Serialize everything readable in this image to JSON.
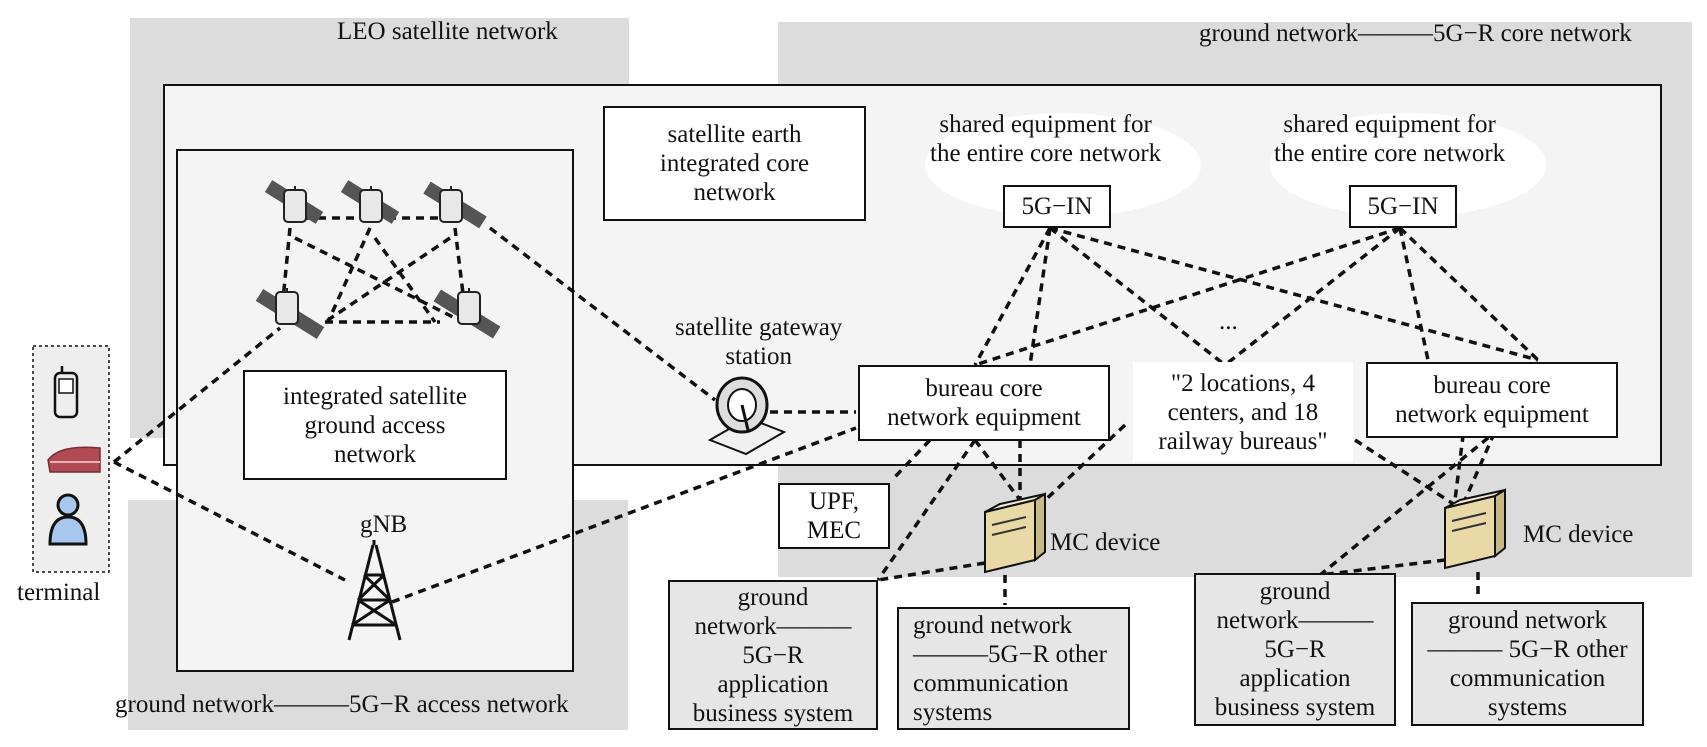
{
  "labels": {
    "leo_satellite_network": "LEO satellite network",
    "core_network": "ground network———5G−R core network",
    "access_network": "ground network———5G−R access network",
    "terminal": "terminal",
    "gnb": "gNB",
    "gateway_station": "satellite gateway\nstation",
    "shared_equipment_1": "shared equipment for\nthe entire core network",
    "shared_equipment_2": "shared equipment for\nthe entire core network",
    "ellipsis": "...",
    "mc_device_1": "MC device",
    "mc_device_2": "MC device"
  },
  "boxes": {
    "satellite_earth_core": "satellite earth\nintegrated core\nnetwork",
    "integrated_access": "integrated satellite\nground access\nnetwork",
    "five_g_in_1": "5G−IN",
    "five_g_in_2": "5G−IN",
    "bureau_core_1": "bureau core\nnetwork equipment",
    "bureau_core_2": "bureau core\nnetwork equipment",
    "locations": "\"2 locations, 4\ncenters, and 18\nrailway bureaus\"",
    "upf_mec": "UPF,\nMEC",
    "app_business_1": "ground\nnetwork———\n5G−R\napplication\nbusiness system",
    "other_comm_1": "ground network\n———5G−R other\ncommunication\nsystems",
    "app_business_2": "ground\nnetwork———\n5G−R\napplication\nbusiness system",
    "other_comm_2": "ground network\n——— 5G−R other\ncommunication\nsystems"
  },
  "colors": {
    "region_shade": "#dcdcdc",
    "container_fill": "#f4f4f4",
    "system_box_fill": "#e6e6e6",
    "line": "#111111"
  },
  "icons": [
    "satellite-icon",
    "satellite-dish-icon",
    "gnb-tower-icon",
    "mc-server-icon",
    "mobile-phone-icon",
    "train-icon",
    "user-icon"
  ]
}
